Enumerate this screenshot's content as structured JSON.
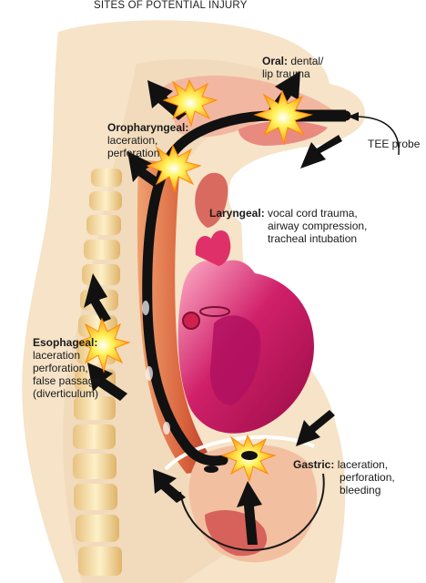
{
  "title": "SITES OF POTENTIAL INJURY",
  "sites": {
    "oral": {
      "name": "Oral:",
      "lines": [
        "dental/",
        "lip trauma"
      ]
    },
    "oropharyngeal": {
      "name": "Oropharyngeal:",
      "lines": [
        "laceration,",
        "perforation"
      ]
    },
    "laryngeal": {
      "name": "Laryngeal:",
      "lines": [
        "vocal cord trauma,",
        "airway compression,",
        "tracheal intubation"
      ]
    },
    "esophageal": {
      "name": "Esophageal:",
      "lines": [
        "laceration",
        "perforation,",
        "false passage",
        "(diverticulum)"
      ]
    },
    "gastric": {
      "name": "Gastric:",
      "lines": [
        "laceration,",
        "perforation,",
        "bleeding"
      ]
    }
  },
  "probe_label": "TEE probe",
  "colors": {
    "skin": "#f6e3c8",
    "spine": "#f0d49a",
    "tissue": "#e8845a",
    "heart": "#c8185a",
    "probe": "#111111",
    "burst": "#ffe600"
  }
}
